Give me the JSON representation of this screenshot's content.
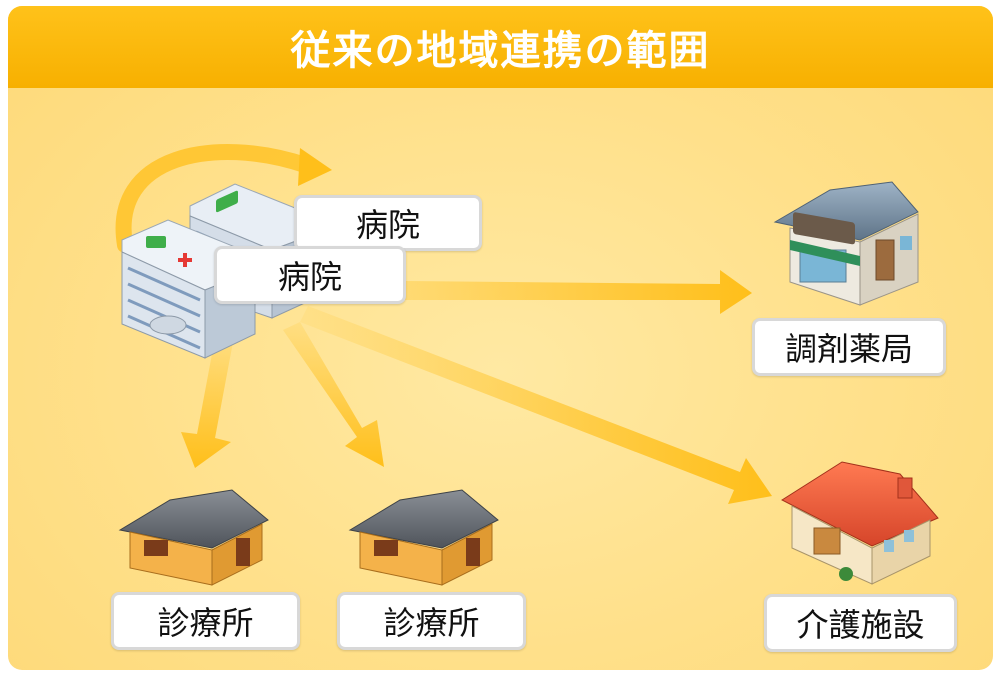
{
  "title": "従来の地域連携の範囲",
  "nodes": {
    "hospital_back": "病院",
    "hospital_front": "病院",
    "pharmacy": "調剤薬局",
    "clinic_1": "診療所",
    "clinic_2": "診療所",
    "care_facility": "介護施設"
  },
  "icons": [
    "hospital-icon",
    "pharmacy-icon",
    "clinic-icon",
    "care-facility-icon",
    "arrow-icon"
  ],
  "colors": {
    "title_bar": "#f7b000",
    "background": "#ffe08a",
    "arrow": "#ffbf1a"
  }
}
